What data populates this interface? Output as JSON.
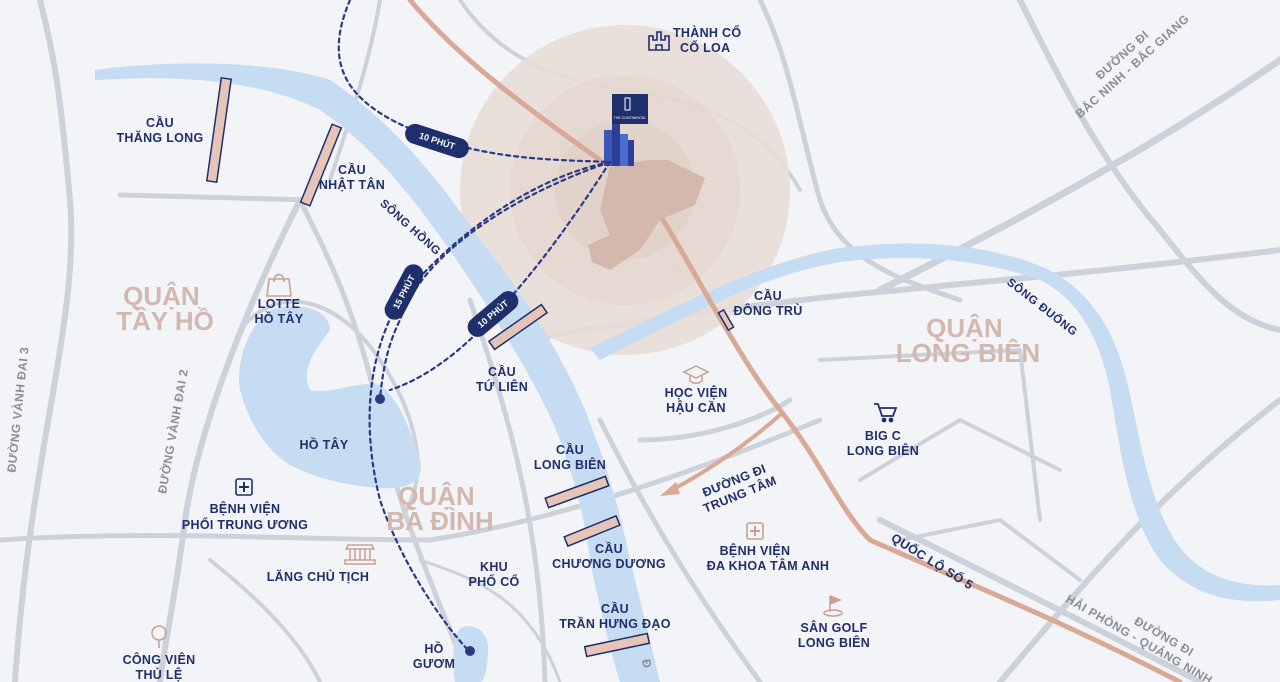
{
  "colors": {
    "background": "#f3f4f7",
    "road": "#cdd1da",
    "river": "#c6dcf3",
    "highway": "#d9a896",
    "navy": "#1f2f6b",
    "district": "#c99f93",
    "halo": "#e8ddd7"
  },
  "districts": {
    "tay_ho": [
      "QUẬN",
      "TÂY HỒ"
    ],
    "ba_dinh": [
      "QUẬN",
      "BA ĐÌNH"
    ],
    "long_bien": [
      "QUẬN",
      "LONG BIÊN"
    ]
  },
  "bridges": {
    "thang_long": [
      "CẦU",
      "THĂNG LONG"
    ],
    "nhat_tan": [
      "CẦU",
      "NHẬT TÂN"
    ],
    "tu_lien": [
      "CẦU",
      "TỨ LIÊN"
    ],
    "long_bien": [
      "CẦU",
      "LONG BIÊN"
    ],
    "chuong_duong": [
      "CẦU",
      "CHƯƠNG DƯƠNG"
    ],
    "tran_hung_dao": [
      "CẦU",
      "TRẦN HƯNG ĐẠO"
    ],
    "dong_tru": [
      "CẦU",
      "ĐÔNG TRÙ"
    ]
  },
  "places": {
    "co_loa": [
      "THÀNH CỔ",
      "CỔ LOA"
    ],
    "lotte": [
      "LOTTE",
      "HỒ TÂY"
    ],
    "ho_tay": "HỒ TÂY",
    "hoc_vien": [
      "HỌC VIỆN",
      "HẬU CẦN"
    ],
    "big_c": [
      "BIG C",
      "LONG BIÊN"
    ],
    "bv_phoi": [
      "BỆNH VIỆN",
      "PHỔI TRUNG ƯƠNG"
    ],
    "lang": "LĂNG CHỦ TỊCH",
    "pho_co": [
      "KHU",
      "PHỐ CỔ"
    ],
    "bv_tam_anh": [
      "BỆNH VIỆN",
      "ĐA KHOA TÂM ANH"
    ],
    "golf": [
      "SÂN GOLF",
      "LONG BIÊN"
    ],
    "ho_guom": [
      "HỒ",
      "GƯƠM"
    ],
    "thu_le": [
      "CÔNG VIÊN",
      "THỦ LỆ"
    ],
    "trung_tam": [
      "ĐƯỜNG ĐI",
      "TRUNG TÂM"
    ]
  },
  "roads": {
    "vanh_dai_3": "ĐƯỜNG VÀNH ĐAI 3",
    "vanh_dai_2": "ĐƯỜNG VÀNH ĐAI 2",
    "bac_ninh": [
      "ĐƯỜNG ĐI",
      "BẮC NINH - BẮC GIANG"
    ],
    "hai_phong": [
      "ĐƯỜNG ĐI",
      "HẢI PHÒNG - QUẢNG NINH"
    ],
    "quoc_lo_5": "QUỐC LỘ SỐ 5",
    "partial": "Đ"
  },
  "rivers": {
    "song_hong": "SÔNG HỒNG",
    "song_duong": "SÔNG ĐUỐNG"
  },
  "travel_times": {
    "to_ho_tay": "10 PHÚT",
    "to_ho_guom": "15 PHÚT",
    "to_tu_lien": "10 PHÚT"
  },
  "project_logo": "THE CONTINENTAL",
  "icons": {
    "co_loa": "castle-icon",
    "lotte": "shopping-bag-icon",
    "hoc_vien": "graduation-cap-icon",
    "big_c": "shopping-cart-icon",
    "hospital": "hospital-cross-icon",
    "lang": "mausoleum-icon",
    "golf": "golf-flag-icon",
    "park": "tree-icon"
  }
}
